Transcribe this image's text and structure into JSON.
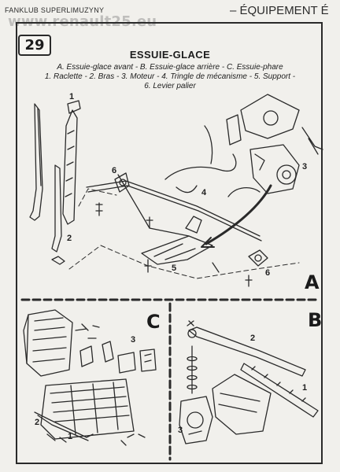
{
  "header": {
    "left_text": "FANKLUB SUPERLIMUZYNY",
    "right_text": "– ÉQUIPEMENT É",
    "watermark": "www.renault25.eu"
  },
  "figure": {
    "number": "29",
    "title": "ESSUIE-GLACE",
    "caption_line_1": "A. Essuie-glace avant - B. Essuie-glace arrière - C. Essuie-phare",
    "caption_line_2": "1. Raclette - 2. Bras - 3. Moteur - 4. Tringle de mécanisme - 5. Support -",
    "caption_line_3": "6. Levier palier"
  },
  "sections": {
    "a": "A",
    "b": "B",
    "c": "C"
  },
  "callouts": {
    "a_1": "1",
    "a_2": "2",
    "a_3": "3",
    "a_4": "4",
    "a_5": "5",
    "a_6_left": "6",
    "a_6_right": "6",
    "b_1": "1",
    "b_2": "2",
    "b_3": "3",
    "c_1": "1",
    "c_2": "2",
    "c_3": "3"
  }
}
